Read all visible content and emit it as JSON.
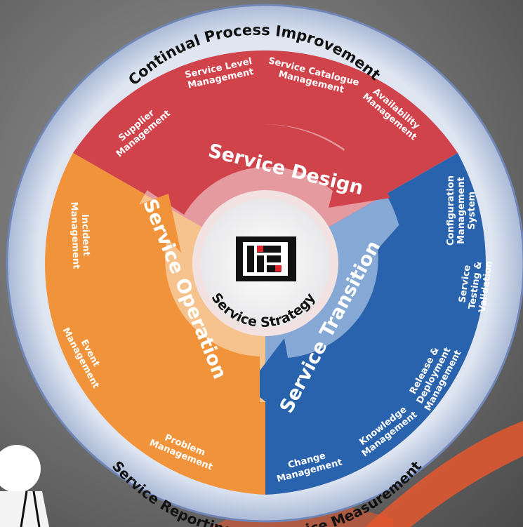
{
  "outer_ring": {
    "top_label": "Continual Process Improvement",
    "bottom_label": "Service Reporting and Service Measurement"
  },
  "center": {
    "label": "Service Strategy",
    "logo": "lz-logo-icon"
  },
  "phases": {
    "design": {
      "label": "Service Design",
      "color": "#d1434b",
      "processes": [
        [
          "Supplier",
          "Management"
        ],
        [
          "Service Level",
          "Management"
        ],
        [
          "Service Catalogue",
          "Management"
        ],
        [
          "Availability",
          "Management"
        ]
      ]
    },
    "transition": {
      "label": "Service Transition",
      "color": "#2a63ad",
      "processes": [
        [
          "Configuration",
          "Management",
          "System"
        ],
        [
          "Service",
          "Testing &",
          "Validation"
        ],
        [
          "Release &",
          "Deployment",
          "Management"
        ],
        [
          "Knowledge",
          "Management"
        ],
        [
          "Change",
          "Management"
        ]
      ]
    },
    "operation": {
      "label": "Service Operation",
      "color": "#f0933a",
      "processes": [
        [
          "Incident",
          "Management"
        ],
        [
          "Event",
          "Management"
        ],
        [
          "Problem",
          "Management"
        ]
      ]
    }
  }
}
